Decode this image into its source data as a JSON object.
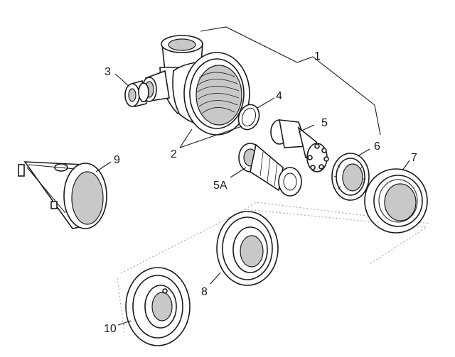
{
  "callouts": {
    "c1": "1",
    "c2": "2",
    "c3": "3",
    "c4": "4",
    "c5": "5",
    "c5a": "5A",
    "c6": "6",
    "c7": "7",
    "c8": "8",
    "c9": "9",
    "c10": "10"
  }
}
